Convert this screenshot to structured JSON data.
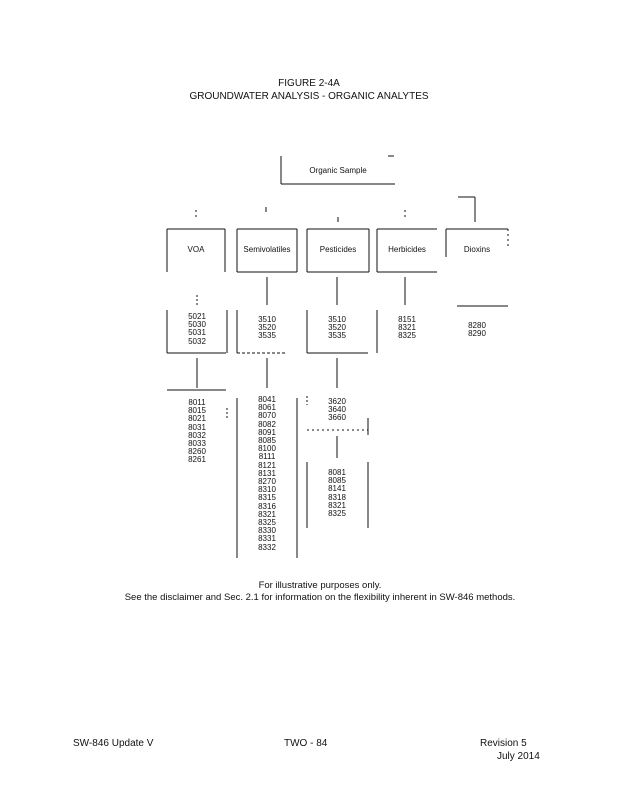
{
  "figure": {
    "number": "FIGURE 2-4A",
    "title": "GROUNDWATER ANALYSIS -    ORGANIC ANALYTES"
  },
  "root": "Organic Sample",
  "categories": [
    {
      "label": "VOA",
      "prep": [
        "5021",
        "5030",
        "5031",
        "5032"
      ],
      "analysis": [
        "8011",
        "8015",
        "8021",
        "8031",
        "8032",
        "8033",
        "8260",
        "8261"
      ]
    },
    {
      "label": "Semivolatiles",
      "prep": [
        "3510",
        "3520",
        "3535"
      ],
      "analysis": [
        "8041",
        "8061",
        "8070",
        "8082",
        "8091",
        "8085",
        "8100",
        "8111",
        "8121",
        "8131",
        "8270",
        "8310",
        "8315",
        "8316",
        "8321",
        "8325",
        "8330",
        "8331",
        "8332"
      ]
    },
    {
      "label": "Pesticides",
      "prep": [
        "3510",
        "3520",
        "3535"
      ],
      "cleanup": [
        "3620",
        "3640",
        "3660"
      ],
      "analysis": [
        "8081",
        "8085",
        "8141",
        "8318",
        "8321",
        "8325"
      ]
    },
    {
      "label": "Herbicides",
      "prep": [
        "8151",
        "8321",
        "8325"
      ]
    },
    {
      "label": "Dioxins",
      "prep": [
        "8280",
        "8290"
      ]
    }
  ],
  "notes": {
    "line1": "For illustrative purposes only.",
    "line2": "See the disclaimer and Sec. 2.1 for information on the flexibility inherent in SW-846 methods."
  },
  "footer": {
    "left": "SW-846 Update V",
    "center": "TWO -  84",
    "right_line1": "Revision 5",
    "right_line2": "July 2014"
  }
}
